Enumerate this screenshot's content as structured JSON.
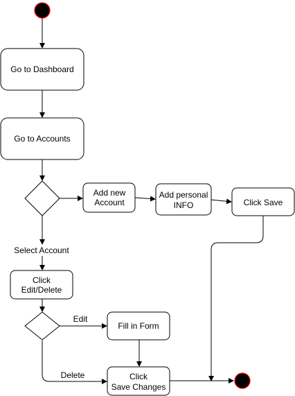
{
  "colors": {
    "node_fill": "#ffffff",
    "stroke": "#000000",
    "terminal_fill": "#000000",
    "terminal_border": "#ff0000"
  },
  "nodes": {
    "go_to_dashboard": "Go to Dashboard",
    "go_to_accounts": "Go to Accounts",
    "add_new_account": [
      "Add new",
      "Account"
    ],
    "add_personal_info": [
      "Add personal",
      "INFO"
    ],
    "click_save": "Click Save",
    "click_edit_delete": [
      "Click",
      "Edit/Delete"
    ],
    "fill_in_form": "Fill in Form",
    "click_save_changes": [
      "Click",
      "Save Changes"
    ]
  },
  "edge_labels": {
    "select_account": "Select Account",
    "edit": "Edit",
    "delete": "Delete"
  }
}
